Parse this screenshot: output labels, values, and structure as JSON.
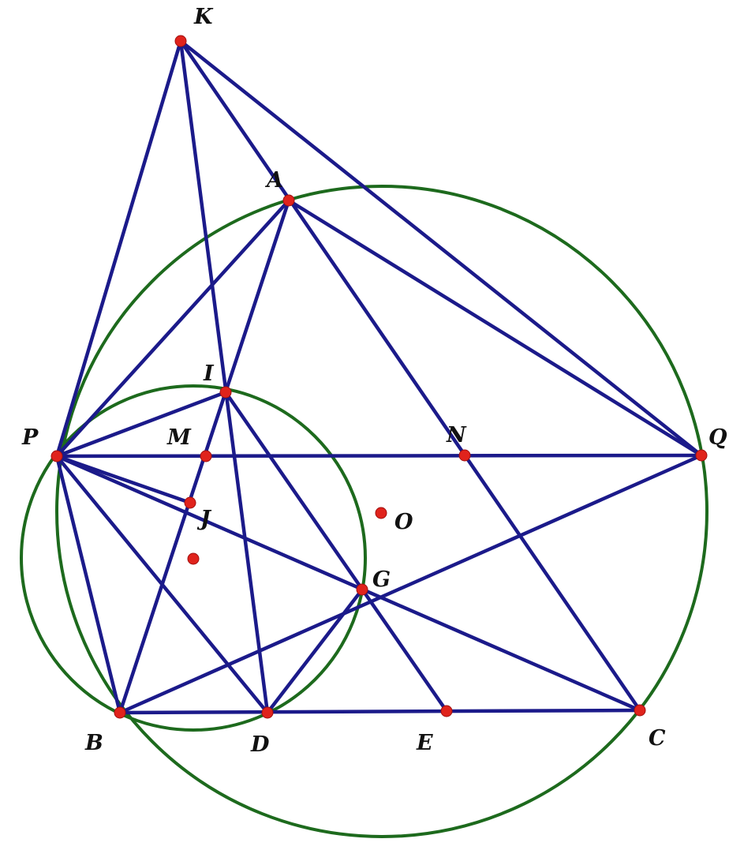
{
  "diagram": {
    "type": "geometry-figure",
    "points": {
      "K": "K",
      "A": "A",
      "I": "I",
      "P": "P",
      "M": "M",
      "N": "N",
      "Q": "Q",
      "J": "J",
      "O": "O",
      "G": "G",
      "B": "B",
      "D": "D",
      "E": "E",
      "C": "C"
    },
    "colors": {
      "segments": "#1b1a8a",
      "circles": "#1d6a1d",
      "points": "#e0231c"
    }
  }
}
